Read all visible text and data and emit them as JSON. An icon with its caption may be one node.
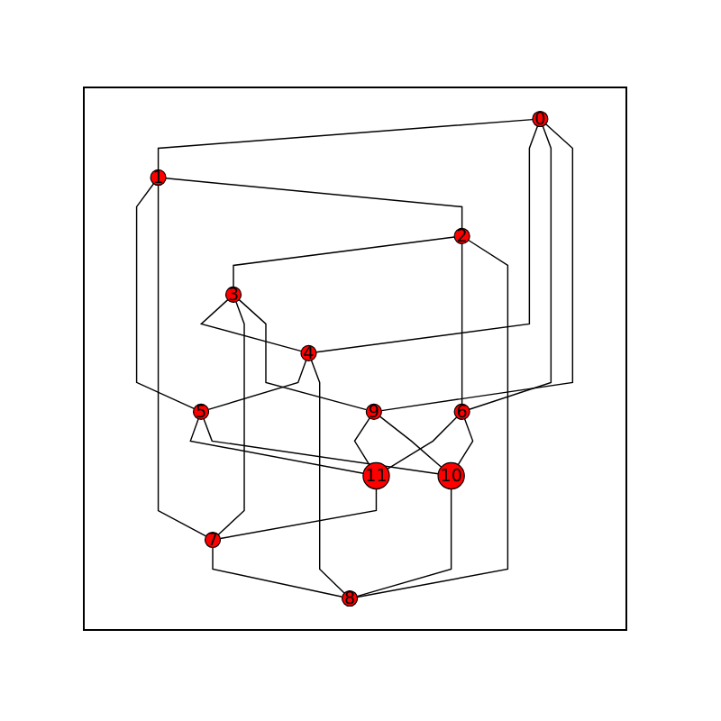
{
  "diagram": {
    "nodes": [
      {
        "text": [
          "0"
        ]
      },
      {
        "text": [
          "1"
        ]
      },
      {
        "text": [
          "2"
        ]
      },
      {
        "text": [
          "3"
        ]
      },
      {
        "text": [
          "4"
        ]
      },
      {
        "text": [
          "5"
        ]
      },
      {
        "text": [
          "6"
        ]
      },
      {
        "text": [
          "7"
        ]
      },
      {
        "text": [
          "8"
        ]
      },
      {
        "text": [
          "9"
        ]
      },
      {
        "text": [
          "10"
        ]
      },
      {
        "text": [
          "11"
        ]
      }
    ],
    "edges": [
      {
        "from": 0,
        "to": 1,
        "arrow": "none"
      },
      {
        "from": 0,
        "to": 4,
        "arrow": "none"
      },
      {
        "from": 0,
        "to": 6,
        "arrow": "none"
      },
      {
        "from": 0,
        "to": 9,
        "arrow": "none"
      },
      {
        "from": 1,
        "to": 5,
        "arrow": "none"
      },
      {
        "from": 1,
        "to": 7,
        "arrow": "none"
      },
      {
        "from": 1,
        "to": 2,
        "arrow": "none"
      },
      {
        "from": 2,
        "to": 3,
        "arrow": "none"
      },
      {
        "from": 2,
        "to": 6,
        "arrow": "none"
      },
      {
        "from": 2,
        "to": 8,
        "arrow": "none"
      },
      {
        "from": 3,
        "to": 4,
        "arrow": "none"
      },
      {
        "from": 3,
        "to": 7,
        "arrow": "none"
      },
      {
        "from": 3,
        "to": 9,
        "arrow": "none"
      },
      {
        "from": 4,
        "to": 5,
        "arrow": "none"
      },
      {
        "from": 4,
        "to": 8,
        "arrow": "none"
      },
      {
        "from": 5,
        "to": 11,
        "arrow": "none"
      },
      {
        "from": 5,
        "to": 10,
        "arrow": "none"
      },
      {
        "from": 6,
        "to": 11,
        "arrow": "none"
      },
      {
        "from": 6,
        "to": 10,
        "arrow": "none"
      },
      {
        "from": 9,
        "to": 11,
        "arrow": "none"
      },
      {
        "from": 9,
        "to": 10,
        "arrow": "none"
      },
      {
        "from": 11,
        "to": 7,
        "arrow": "none"
      },
      {
        "from": 10,
        "to": 8,
        "arrow": "none"
      },
      {
        "from": 7,
        "to": 8,
        "arrow": "none"
      }
    ]
  }
}
